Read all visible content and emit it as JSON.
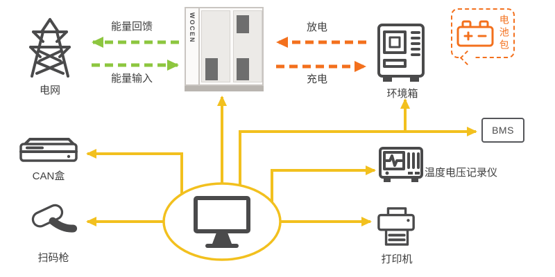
{
  "colors": {
    "yellow": "#F2C01E",
    "green": "#8DC63F",
    "orange": "#F3701D",
    "icon": "#4A4A4B",
    "text": "#3E3E3E"
  },
  "flows": {
    "energy_feedback": "能量回馈",
    "energy_input": "能量输入",
    "discharge": "放电",
    "charge": "充电"
  },
  "nodes": {
    "grid": {
      "label": "电网",
      "icon": "power-tower-icon"
    },
    "tester": {
      "brand": "WOCEN",
      "icon": "tester-cabinet"
    },
    "chamber": {
      "label": "环境箱",
      "icon": "environment-chamber-icon"
    },
    "battery_pack": {
      "label": "电池包",
      "icon": "battery-icon"
    },
    "bms": {
      "label": "BMS"
    },
    "recorder": {
      "label": "温度电压记录仪",
      "icon": "data-recorder-icon"
    },
    "can_box": {
      "label": "CAN盒",
      "icon": "can-box-icon"
    },
    "scanner": {
      "label": "扫码枪",
      "icon": "barcode-scanner-icon"
    },
    "printer": {
      "label": "打印机",
      "icon": "printer-icon"
    },
    "hub": {
      "icon": "computer-monitor-icon"
    }
  }
}
